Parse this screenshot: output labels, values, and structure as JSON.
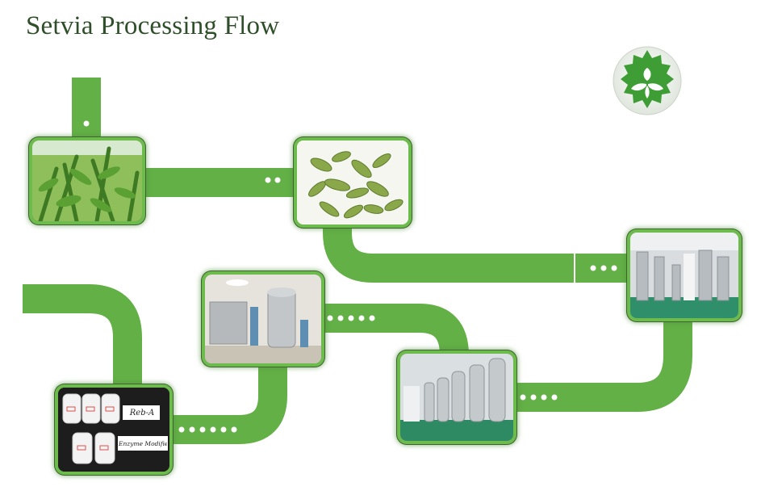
{
  "title": "Setvia Processing Flow",
  "colors": {
    "path": "#63b046",
    "title": "#2f4f2a",
    "frame": "#6cbb4c"
  },
  "logo": {
    "icon": "stevia-leaf-logo-icon"
  },
  "steps": [
    {
      "name": "stevia-field-photo",
      "icon": "stevia-plant-image"
    },
    {
      "name": "dried-leaves-photo",
      "icon": "dried-leaves-image"
    },
    {
      "name": "extraction-workshop-photo",
      "icon": "factory-tanks-image"
    },
    {
      "name": "drying-equipment-photo",
      "icon": "granulator-machine-image"
    },
    {
      "name": "purification-tanks-photo",
      "icon": "steel-tanks-image"
    },
    {
      "name": "final-product-photo",
      "icon": "powder-bags-image",
      "labels": [
        "Reb-A",
        "Enzyme Modified"
      ]
    }
  ]
}
